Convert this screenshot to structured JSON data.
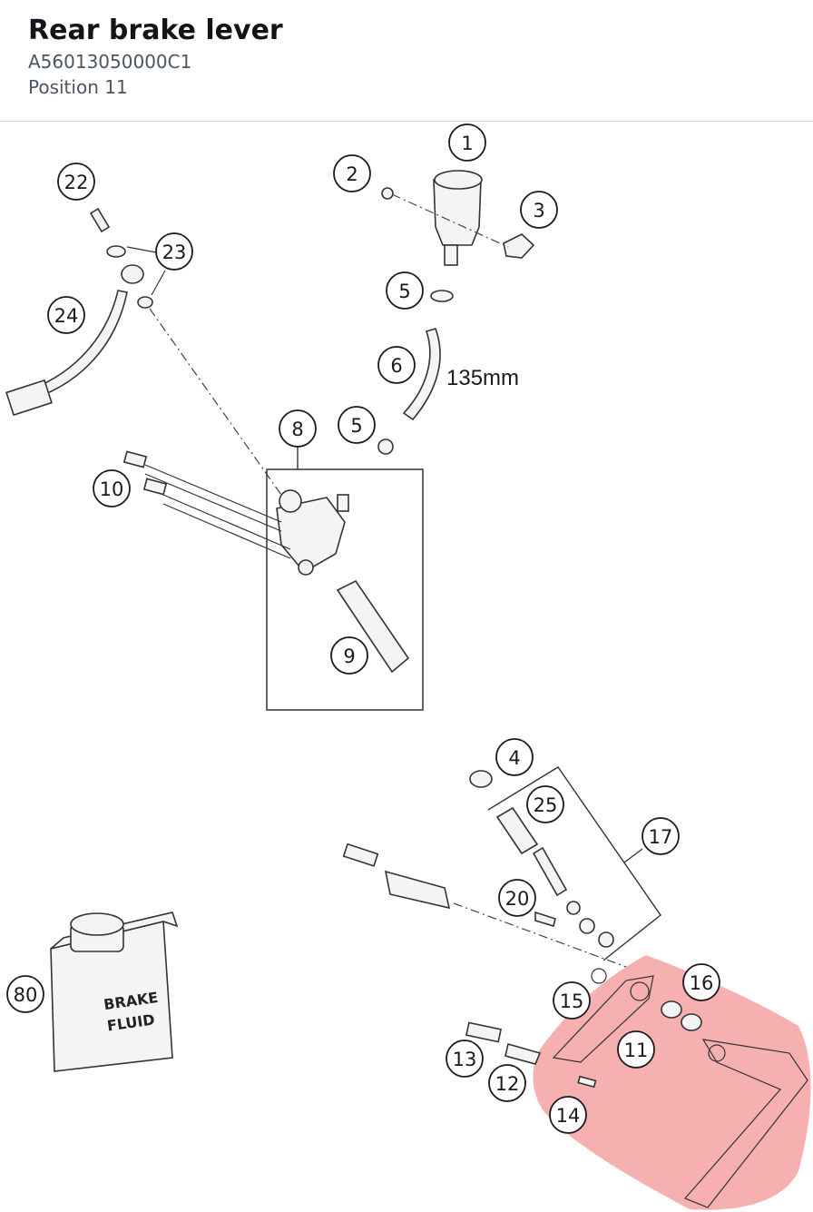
{
  "header": {
    "title": "Rear brake lever",
    "part_number": "A56013050000C1",
    "position": "Position 11"
  },
  "diagram": {
    "highlight_color": "#f08080",
    "dimension_label": "135mm",
    "bottle_text_line1": "BRAKE",
    "bottle_text_line2": "FLUID",
    "callouts": [
      "1",
      "2",
      "3",
      "22",
      "23",
      "24",
      "5",
      "6",
      "5",
      "8",
      "10",
      "9",
      "4",
      "25",
      "17",
      "20",
      "80",
      "15",
      "16",
      "11",
      "13",
      "12",
      "14"
    ]
  }
}
